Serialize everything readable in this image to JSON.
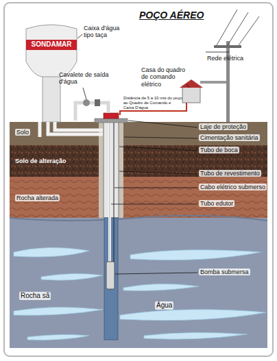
{
  "diagram": {
    "title": "POÇO AÉREO",
    "labels": [
      "SONDAMAR",
      "Caixa d'água tipo taça",
      "Rede elétrica",
      "Cavalete de saída d'água",
      "Casa do quadro de comando elétrico",
      "Distância de 5 a 10 mts do poço ao Quadro de Comando e Caixa D'água",
      "Laje de proteção",
      "Cimentação sanitária",
      "Solo",
      "Tubo de boca",
      "Solo de alteração",
      "Tubo de revestimento",
      "Cabo elétrico submerso",
      "Rocha alterada",
      "Tubo edutor",
      "Bomba submersa",
      "Rocha sã",
      "Água"
    ]
  }
}
